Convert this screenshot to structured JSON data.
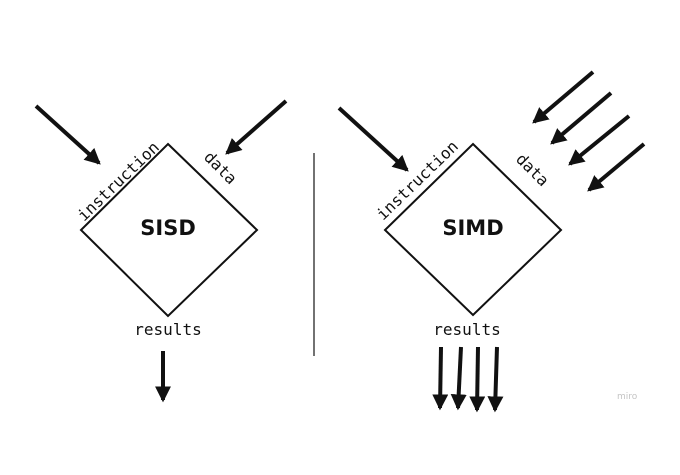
{
  "left_panel": {
    "title": "SISD",
    "instruction_label": "instruction",
    "data_label": "data",
    "results_label": "results"
  },
  "right_panel": {
    "title": "SIMD",
    "instruction_label": "instruction",
    "data_label": "data",
    "results_label": "results"
  },
  "watermark": "miro",
  "colors": {
    "stroke": "#111111",
    "divider": "#444444",
    "watermark": "#c4c4c4"
  }
}
